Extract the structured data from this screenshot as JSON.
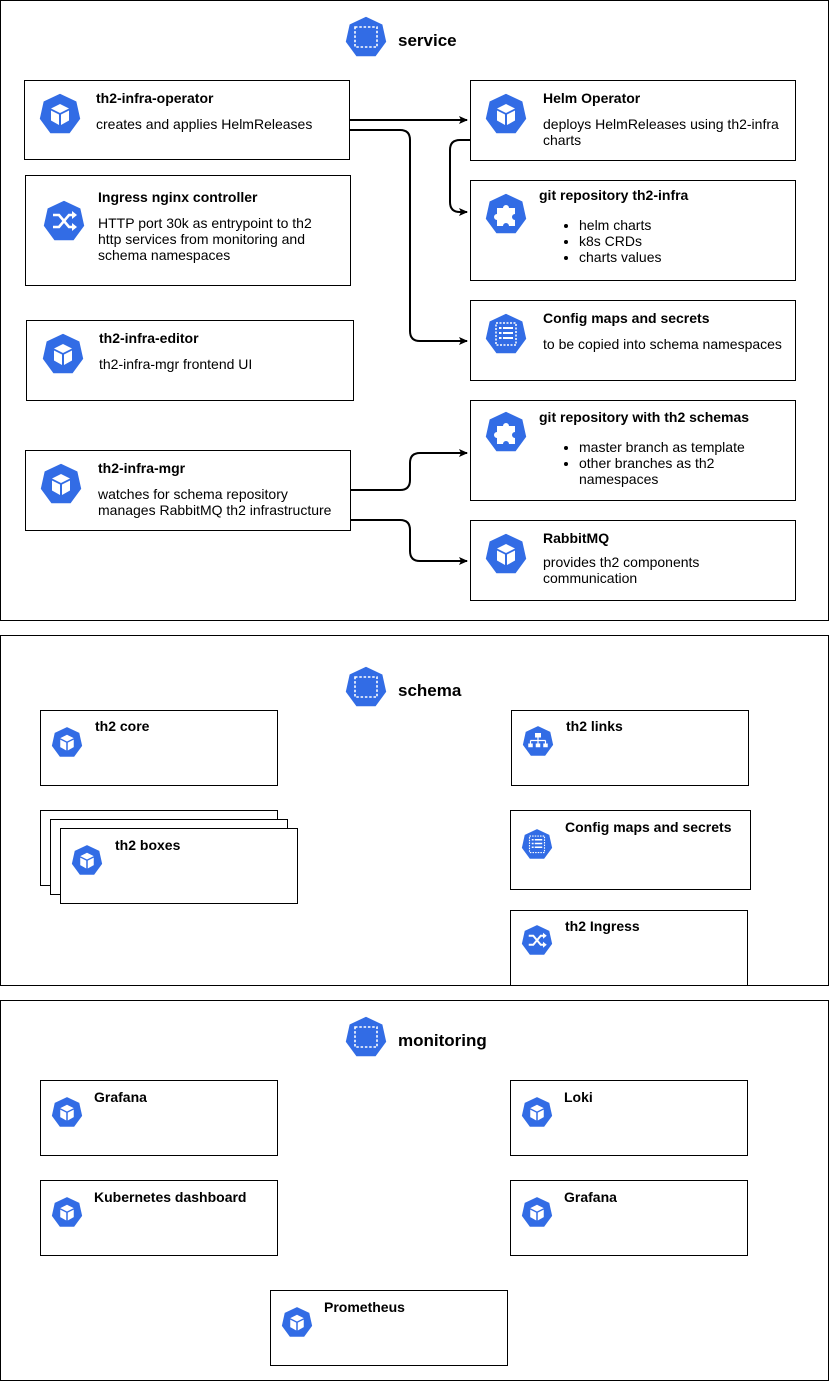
{
  "service": {
    "title": "service",
    "operator": {
      "title": "th2-infra-operator",
      "desc": "creates and applies HelmReleases"
    },
    "helm_operator": {
      "title": "Helm Operator",
      "desc": "deploys HelmReleases using th2-infra charts"
    },
    "git_infra": {
      "title": "git repository th2-infra",
      "items": [
        "helm charts",
        "k8s CRDs",
        "charts values"
      ]
    },
    "ingress": {
      "title": "Ingress nginx controller",
      "desc": "HTTP port 30k as entrypoint to th2 http services from monitoring and schema namespaces"
    },
    "config_maps": {
      "title": "Config maps and secrets",
      "desc": "to be copied into schema namespaces"
    },
    "editor": {
      "title": "th2-infra-editor",
      "desc": "th2-infra-mgr frontend UI"
    },
    "git_schemas": {
      "title": "git repository with th2 schemas",
      "items": [
        "master branch as template",
        "other branches as th2 namespaces"
      ]
    },
    "mgr": {
      "title": "th2-infra-mgr",
      "desc": "watches for schema repository manages RabbitMQ th2 infrastructure"
    },
    "rabbitmq": {
      "title": "RabbitMQ",
      "desc": "provides th2 components communication"
    }
  },
  "schema": {
    "title": "schema",
    "core": {
      "title": "th2 core"
    },
    "boxes": {
      "title": "th2 boxes"
    },
    "links": {
      "title": "th2 links"
    },
    "config_maps": {
      "title": "Config maps and secrets"
    },
    "ingress": {
      "title": "th2 Ingress"
    }
  },
  "monitoring": {
    "title": "monitoring",
    "grafana_left": {
      "title": "Grafana"
    },
    "loki": {
      "title": "Loki"
    },
    "k8s_dashboard": {
      "title": "Kubernetes dashboard"
    },
    "grafana_right": {
      "title": "Grafana"
    },
    "prometheus": {
      "title": "Prometheus"
    }
  },
  "colors": {
    "k8s_blue": "#326ce5",
    "border": "#000000"
  }
}
